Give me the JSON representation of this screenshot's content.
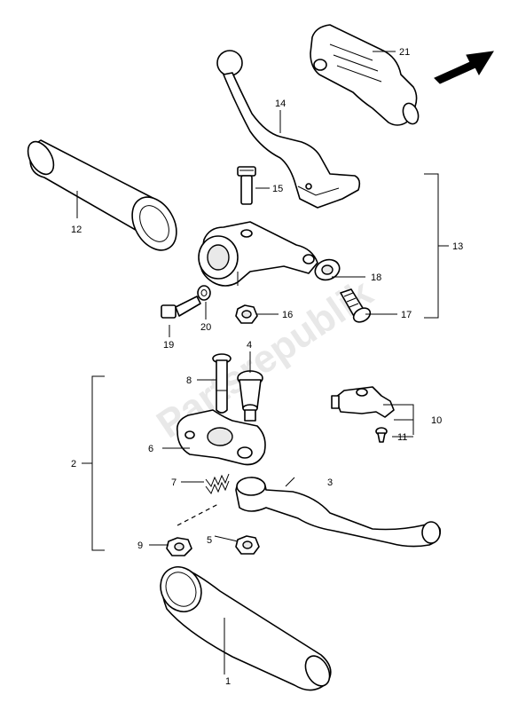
{
  "watermark": "Partsrepublik",
  "labels": {
    "l1": "1",
    "l2": "2",
    "l3": "3",
    "l4": "4",
    "l5": "5",
    "l6": "6",
    "l7": "7",
    "l8": "8",
    "l9": "9",
    "l10": "10",
    "l11": "11",
    "l12": "12",
    "l13": "13",
    "l14": "14",
    "l15": "15",
    "l16": "16",
    "l17": "17",
    "l18": "18",
    "l19": "19",
    "l20": "20",
    "l21": "21"
  }
}
